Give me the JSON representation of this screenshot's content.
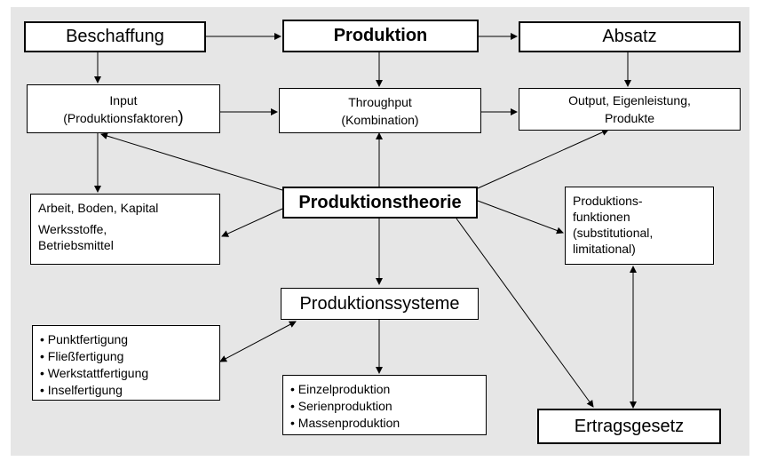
{
  "nodes": {
    "beschaffung": "Beschaffung",
    "produktion": "Produktion",
    "absatz": "Absatz",
    "input_line1": "Input",
    "input_line2": "(Produktionsfaktoren",
    "input_paren": ")",
    "throughput_line1": "Throughput",
    "throughput_line2": "(Kombination)",
    "output_line1": "Output, Eigenleistung,",
    "output_line2": "Produkte",
    "produktionstheorie": "Produktionstheorie",
    "faktoren_line1": "Arbeit, Boden, Kapital",
    "faktoren_line2": "Werksstoffe,",
    "faktoren_line3": "Betriebsmittel",
    "funktionen_line1": "Produktions-",
    "funktionen_line2": "funktionen",
    "funktionen_line3": "(substitutional,",
    "funktionen_line4": "limitational)",
    "produktionssysteme": "Produktionssysteme",
    "fertigung": [
      "Punktfertigung",
      "Fließfertigung",
      "Werkstattfertigung",
      "Inselfertigung"
    ],
    "produktion_typen": [
      "Einzelproduktion",
      "Serienproduktion",
      "Massenproduktion"
    ],
    "ertragsgesetz": "Ertragsgesetz"
  },
  "colors": {
    "background": "#e6e6e6",
    "box": "#ffffff",
    "line": "#000000"
  }
}
